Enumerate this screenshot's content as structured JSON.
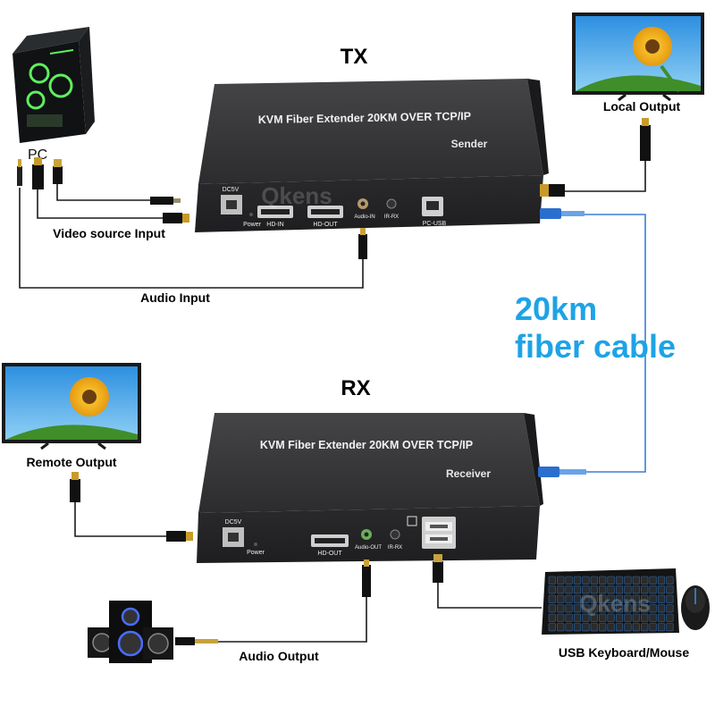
{
  "tx": {
    "heading": "TX",
    "device_title": "KVM Fiber Extender 20KM OVER TCP/IP",
    "role": "Sender",
    "ports": {
      "dc": "DC5V",
      "power": "Power",
      "hd_in": "HD-IN",
      "hd_out": "HD-OUT",
      "audio_in": "Audio-IN",
      "ir_rx": "IR-RX",
      "pc_usb": "PC-USB"
    }
  },
  "rx": {
    "heading": "RX",
    "device_title": "KVM Fiber Extender 20KM OVER TCP/IP",
    "role": "Receiver",
    "ports": {
      "dc": "DC5V",
      "power": "Power",
      "hd_out": "HD-OUT",
      "audio_out": "Audio-OUT",
      "ir_rx": "IR-RX"
    }
  },
  "labels": {
    "pc": "PC",
    "video_source_input": "Video source Input",
    "audio_input": "Audio Input",
    "local_output": "Local Output",
    "remote_output": "Remote Output",
    "audio_output": "Audio Output",
    "usb_keyboard_mouse": "USB Keyboard/Mouse",
    "fiber_line1": "20km",
    "fiber_line2": "fiber cable"
  },
  "watermark": "Qkens",
  "colors": {
    "device_body": "#2e2e30",
    "device_top": "#3a3a3c",
    "cable": "#1a1a1a",
    "fiber_blue": "#3a7fd9",
    "fiber_text": "#1ea3e6",
    "sky": "#4aa8e8",
    "sunflower": "#f3b21a"
  }
}
